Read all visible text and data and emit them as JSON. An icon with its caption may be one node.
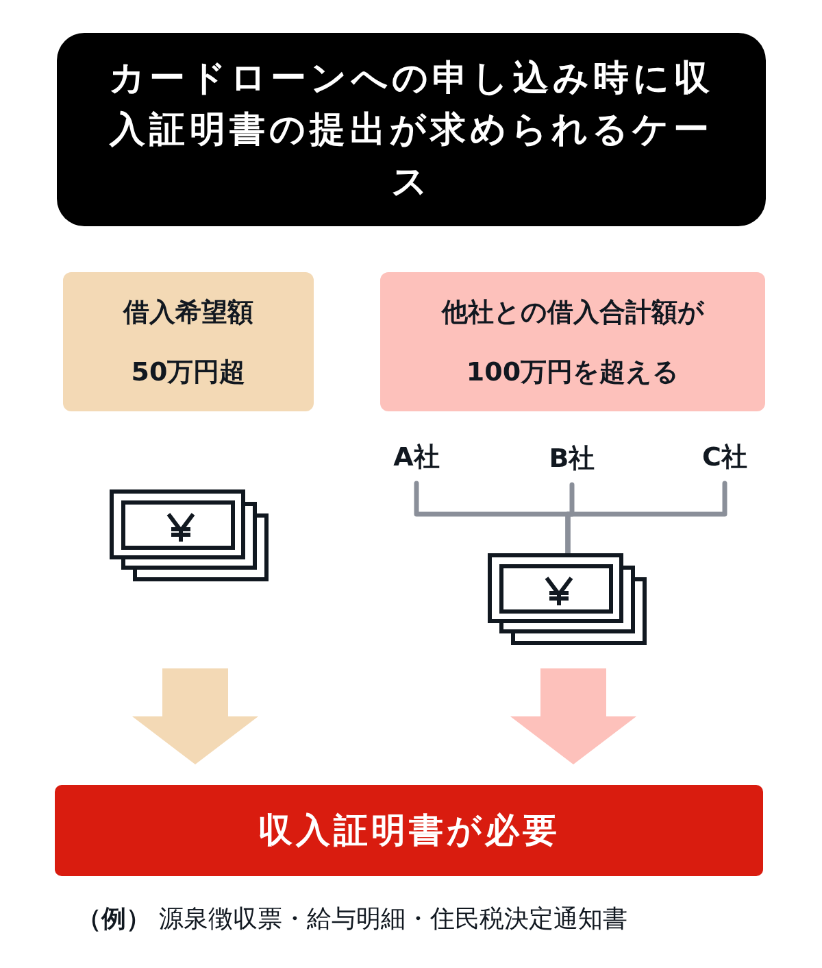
{
  "diagram": {
    "nodes": [
      {
        "text": [
          "カードローンへの申し込み時に収入証明書の提出が求められるケース"
        ]
      },
      {
        "text": [
          "借入希望額",
          "50万円超"
        ]
      },
      {
        "text": [
          "他社との借入合計額が",
          "100万円を超える"
        ]
      },
      {
        "text": [
          "A社"
        ]
      },
      {
        "text": [
          "B社"
        ]
      },
      {
        "text": [
          "C社"
        ]
      },
      {
        "text": [],
        "shape": "picture"
      },
      {
        "text": [],
        "shape": "picture"
      },
      {
        "text": [
          "収入証明書が必要"
        ]
      }
    ],
    "edges": [
      {
        "from": 3,
        "to": 7,
        "arrow": "none"
      },
      {
        "from": 4,
        "to": 7,
        "arrow": "none"
      },
      {
        "from": 5,
        "to": 7,
        "arrow": "none"
      },
      {
        "from": 6,
        "to": 8,
        "arrow": "to",
        "style": "thick",
        "color": "#f3d9b5"
      },
      {
        "from": 7,
        "to": 8,
        "arrow": "to",
        "style": "thick",
        "color": "#fdc1bb"
      }
    ],
    "labels": [
      "（例）",
      "源泉徴収票・給与明細・住民税決定通知書"
    ]
  }
}
